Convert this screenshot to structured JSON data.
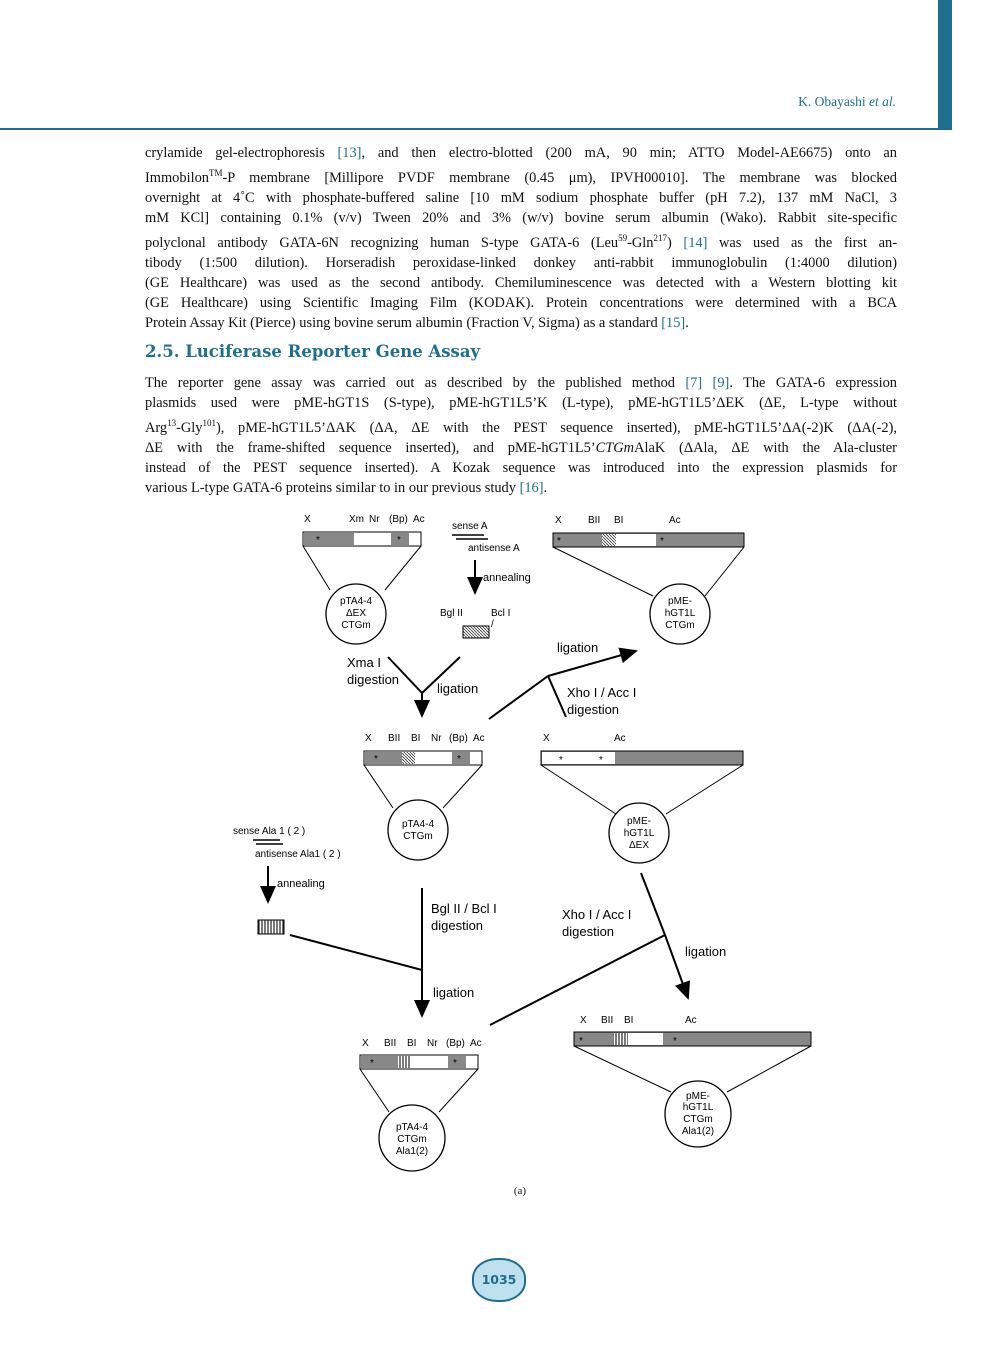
{
  "header": {
    "author": "K. Obayashi",
    "etal": "et al."
  },
  "para1": [
    "crylamide gel-electrophoresis [13], and then electro-blotted (200 mA, 90 min; ATTO Model-AE6675) onto an",
    "Immobilon™-P membrane [Millipore PVDF membrane (0.45 μm), IPVH00010]. The membrane was blocked",
    "overnight at 4˚C with phosphate-buffered saline [10 mM sodium phosphate buffer (pH 7.2), 137 mM NaCl, 3",
    "mM KCl] containing 0.1% (v/v) Tween 20% and 3% (w/v) bovine serum albumin (Wako). Rabbit site-specific",
    "polyclonal antibody GATA-6N recognizing human S-type GATA-6 (Leu59-Gln217) [14] was used as the first an-",
    "tibody (1:500 dilution). Horseradish peroxidase-linked donkey anti-rabbit immunoglobulin (1:4000 dilution)",
    "(GE Healthcare) was used as the second antibody. Chemiluminescence was detected with a Western blotting kit",
    "(GE Healthcare) using Scientific Imaging Film (KODAK). Protein concentrations were determined with a BCA",
    "Protein Assay Kit (Pierce) using bovine serum albumin (Fraction V, Sigma) as a standard [15]."
  ],
  "section_title": "2.5. Luciferase Reporter Gene Assay",
  "para2": [
    "The reporter gene assay was carried out as described by the published method [7] [9]. The GATA-6 expression",
    "plasmids used were pME-hGT1S (S-type), pME-hGT1L5’K (L-type), pME-hGT1L5’ΔEK (ΔE, L-type without",
    "Arg13-Gly101), pME-hGT1L5’ΔAK (ΔA, ΔE with the PEST sequence inserted), pME-hGT1L5’ΔA(-2)K (ΔA(-2),",
    "ΔE with the frame-shifted sequence inserted), and pME-hGT1L5’CTGmAlaK (ΔAla, ΔE with the Ala-cluster",
    "instead of the PEST sequence inserted). A Kozak sequence was introduced into the expression plasmids for",
    "various L-type GATA-6 proteins similar to in our previous study [16]."
  ],
  "figure": {
    "labels": {
      "x": "X",
      "xm": "Xm",
      "nr": "Nr",
      "bp": "(Bp)",
      "ac": "Ac",
      "bii": "BII",
      "bi": "BI",
      "star": "*",
      "sense_a": "sense A",
      "antisense_a": "antisense A",
      "annealing": "annealing",
      "ligation": "ligation",
      "bgl2": "Bgl II",
      "bcl1": "Bcl I",
      "slash": "/",
      "xma1": "Xma I",
      "digestion": "digestion",
      "xho_acc": "Xho I / Acc I",
      "bgl_bcl": "Bgl II / Bcl I",
      "sense_ala": "sense Ala 1 ( 2 )",
      "antisense_ala": "antisense Ala1 ( 2 )"
    },
    "plasmids": {
      "p1": [
        "pTA4-4",
        "ΔEX",
        "CTGm"
      ],
      "p2": [
        "pME-",
        "hGT1L",
        "CTGm"
      ],
      "p3": [
        "pTA4-4",
        "CTGm"
      ],
      "p4": [
        "pME-",
        "hGT1L",
        "ΔEX"
      ],
      "p5": [
        "pTA4-4",
        "CTGm",
        "Ala1(2)"
      ],
      "p6": [
        "pME-",
        "hGT1L",
        "CTGm",
        "Ala1(2)"
      ]
    },
    "caption": "(a)"
  },
  "page_number": "1035"
}
